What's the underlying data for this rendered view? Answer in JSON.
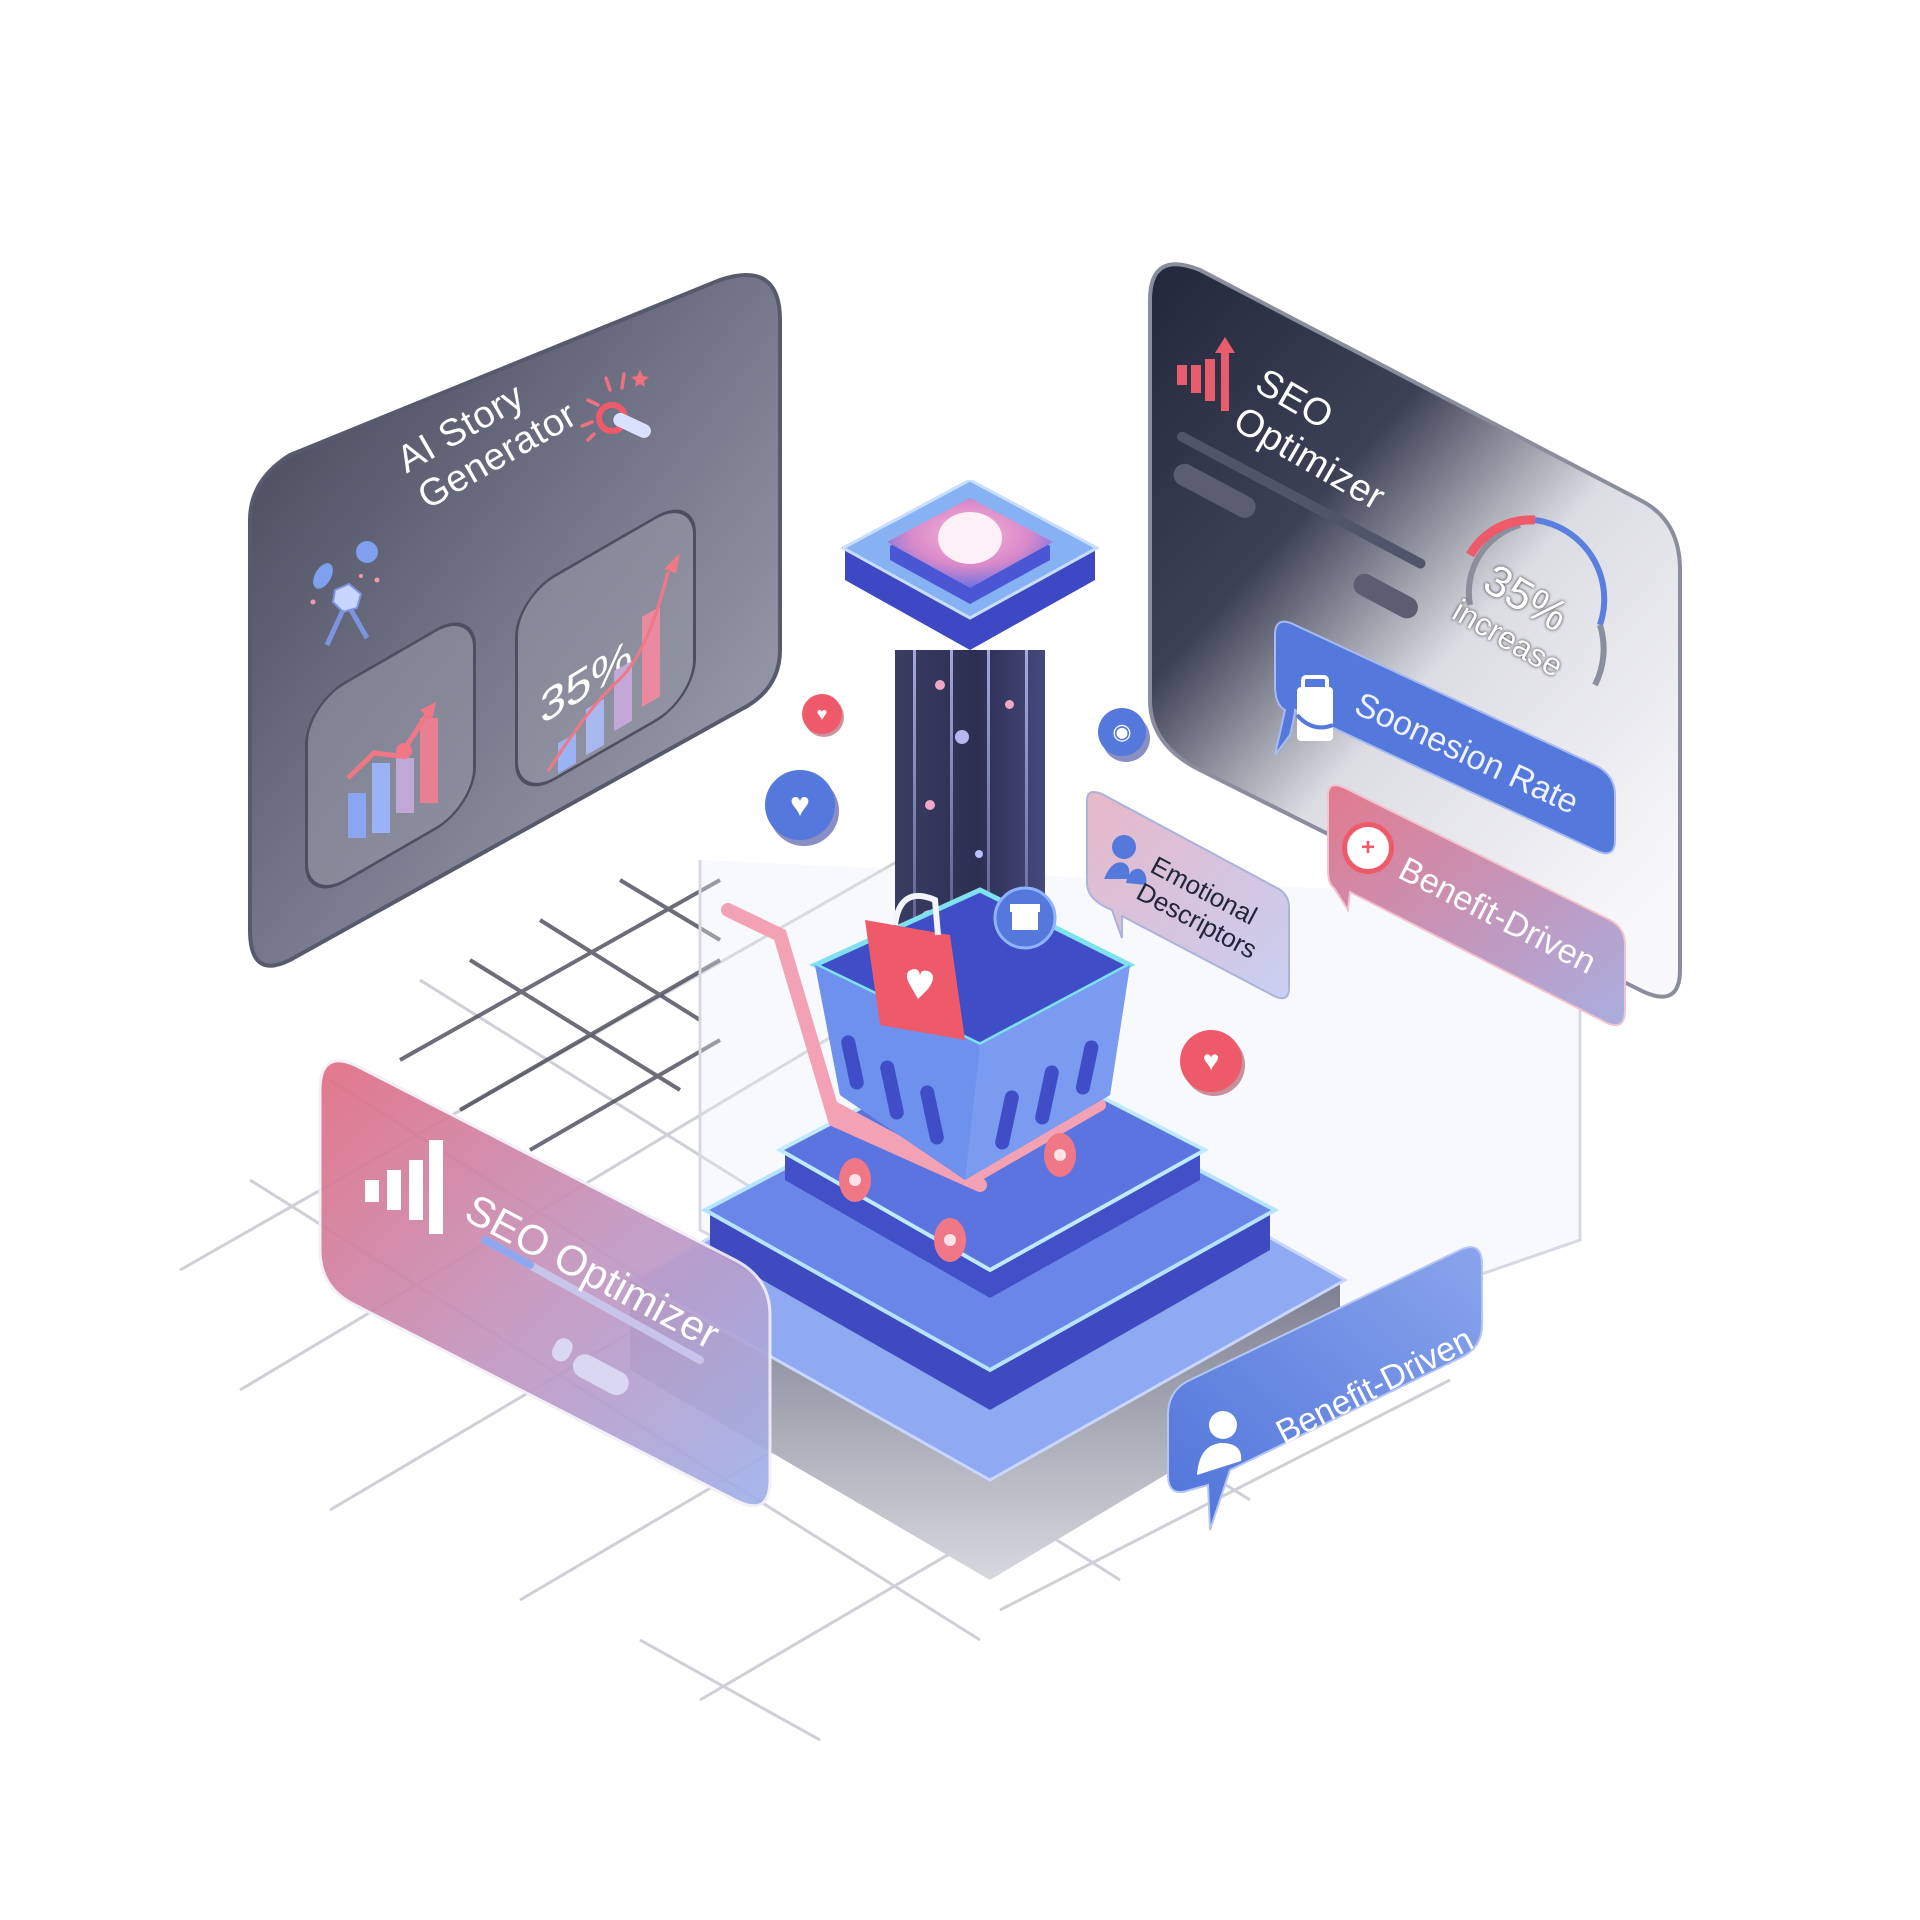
{
  "colors": {
    "accent_blue": "#4f73d9",
    "accent_red": "#ef5a6a",
    "accent_pink": "#f0a6b8",
    "panel_dark": "#2e3142",
    "beam_navy": "#2e3154",
    "background": "#ffffff"
  },
  "left_panel": {
    "title_line1": "AI Story",
    "title_line2": "Generator",
    "icons": [
      "ai-magic-wand-icon",
      "lightbulb-toggle-icon"
    ],
    "card_left": {
      "chart_type": "bar-with-trend-arrow",
      "bars": [
        3,
        5,
        4,
        7
      ]
    },
    "card_right": {
      "value": "35%",
      "chart_type": "bar-with-rising-curve",
      "bars": [
        2,
        4,
        5,
        7
      ]
    }
  },
  "right_panel": {
    "title_line1": "SEO",
    "title_line2": "Optimizer",
    "icon": "bar-chart-up-arrow-icon",
    "gauge": {
      "value": "35%",
      "label": "increase",
      "red_portion": 0.35,
      "blue_portion": 0.4
    }
  },
  "bubbles": {
    "conversion_rate": {
      "label": "Soonesion Rate",
      "icon": "shopping-bag-icon",
      "color": "#5478dc"
    },
    "benefit_driven_top": {
      "label": "Benefit-Driven",
      "icon": "tag-plus-icon",
      "color": "#e47a91"
    },
    "emotional_descriptors": {
      "line1": "Emotional",
      "line2": "Descriptors",
      "icon": "users-icon"
    },
    "benefit_driven_bottom": {
      "label": "Benefit-Driven",
      "icon": "user-icon",
      "color": "#5478dc"
    }
  },
  "front_card": {
    "title": "SEO Optimizer",
    "icon": "signal-bars-icon",
    "progress_percent": 25
  },
  "center": {
    "cart_icon": "shopping-cart-icon",
    "items": [
      "heart-shopping-bag-icon",
      "store-badge-icon"
    ],
    "floating_icons": [
      "heart-badge-red",
      "heart-badge-blue",
      "camera-badge-blue",
      "heart-badge-red-2"
    ]
  }
}
